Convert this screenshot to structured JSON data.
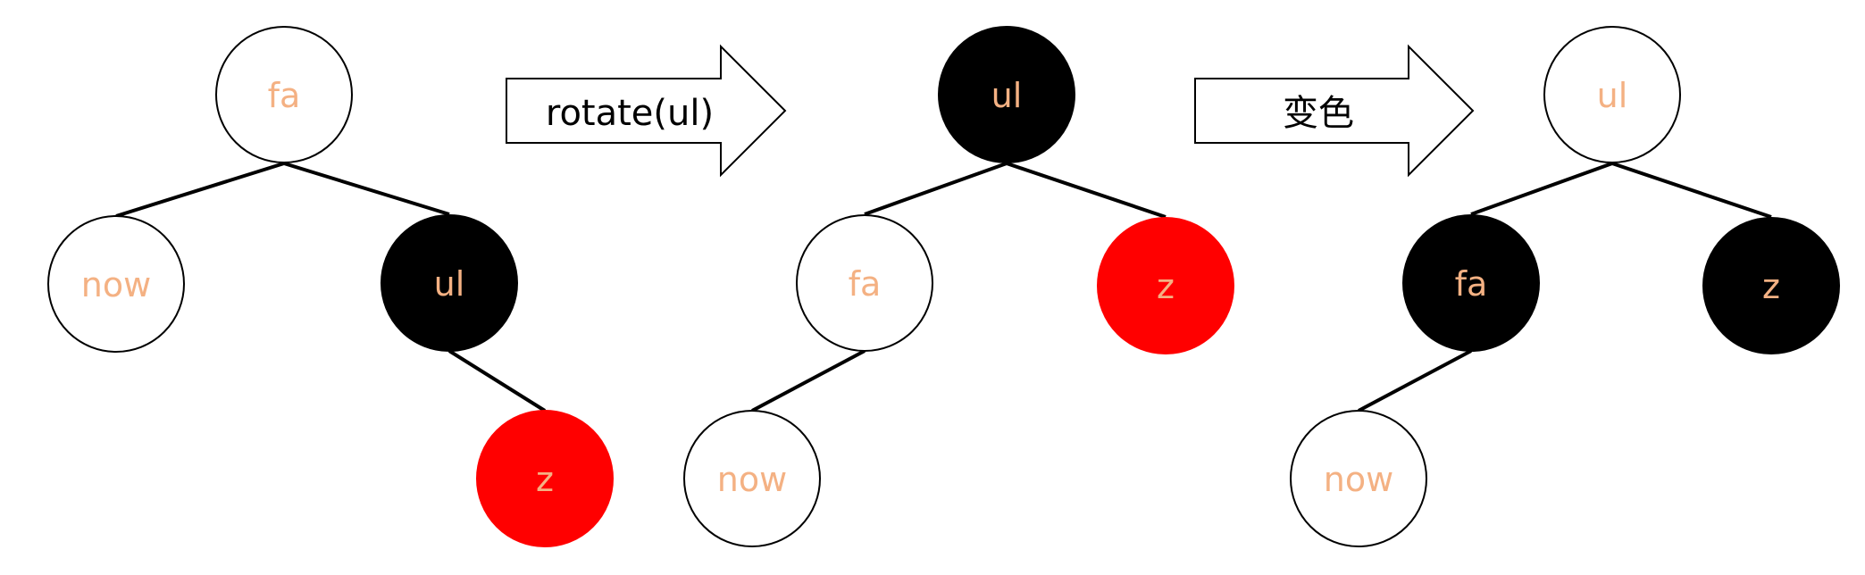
{
  "colors": {
    "white_fill": "#ffffff",
    "black_fill": "#000000",
    "red_fill": "#ff0000",
    "label_color": "#f4b183",
    "stroke": "#000000"
  },
  "trees": [
    {
      "name": "before",
      "nodes": [
        {
          "id": "fa",
          "label": "fa",
          "color": "white"
        },
        {
          "id": "now",
          "label": "now",
          "color": "white"
        },
        {
          "id": "ul",
          "label": "ul",
          "color": "black"
        },
        {
          "id": "z",
          "label": "z",
          "color": "red"
        }
      ]
    },
    {
      "name": "after-rotate",
      "nodes": [
        {
          "id": "ul",
          "label": "ul",
          "color": "black"
        },
        {
          "id": "fa",
          "label": "fa",
          "color": "white"
        },
        {
          "id": "z",
          "label": "z",
          "color": "red"
        },
        {
          "id": "now",
          "label": "now",
          "color": "white"
        }
      ]
    },
    {
      "name": "after-recolor",
      "nodes": [
        {
          "id": "ul",
          "label": "ul",
          "color": "white"
        },
        {
          "id": "fa",
          "label": "fa",
          "color": "black"
        },
        {
          "id": "z",
          "label": "z",
          "color": "black"
        },
        {
          "id": "now",
          "label": "now",
          "color": "white"
        }
      ]
    }
  ],
  "arrows": [
    {
      "label": "rotate(ul)"
    },
    {
      "label": "变色"
    }
  ]
}
